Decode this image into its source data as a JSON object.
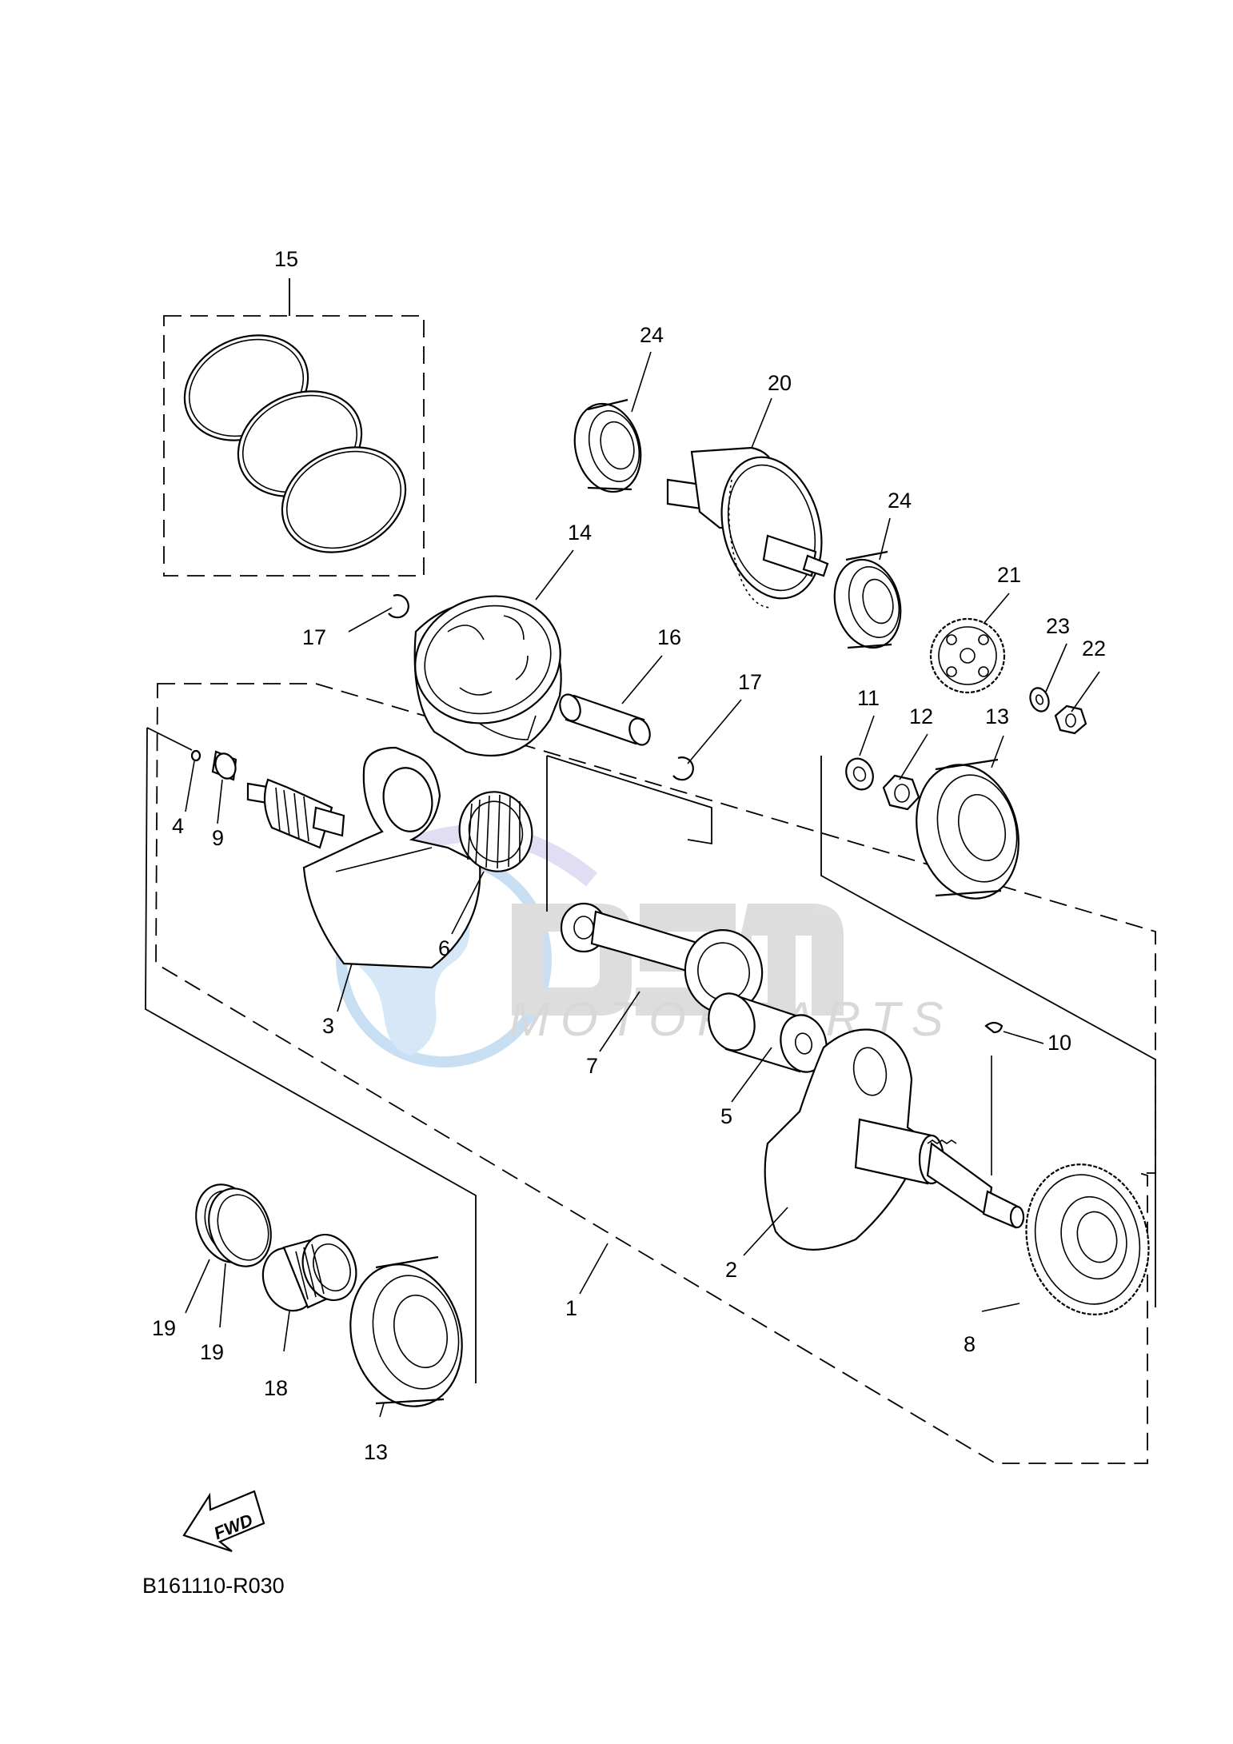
{
  "diagram_code": "B161110-R030",
  "forward_arrow_label": "FWD",
  "watermark": {
    "logo": "DSM",
    "text": "MOTORPARTS"
  },
  "callouts": {
    "c1": "1",
    "c2": "2",
    "c3": "3",
    "c4": "4",
    "c5": "5",
    "c6": "6",
    "c7": "7",
    "c8": "8",
    "c9": "9",
    "c10": "10",
    "c11": "11",
    "c12": "12",
    "c13a": "13",
    "c13b": "13",
    "c14": "14",
    "c15": "15",
    "c16": "16",
    "c17a": "17",
    "c17b": "17",
    "c18": "18",
    "c19a": "19",
    "c19b": "19",
    "c20": "20",
    "c21": "21",
    "c22": "22",
    "c23": "23",
    "c24a": "24",
    "c24b": "24"
  },
  "colors": {
    "line": "#000000",
    "watermark_globe": "#cfe3f3",
    "watermark_logo": "#bfbfbf"
  }
}
